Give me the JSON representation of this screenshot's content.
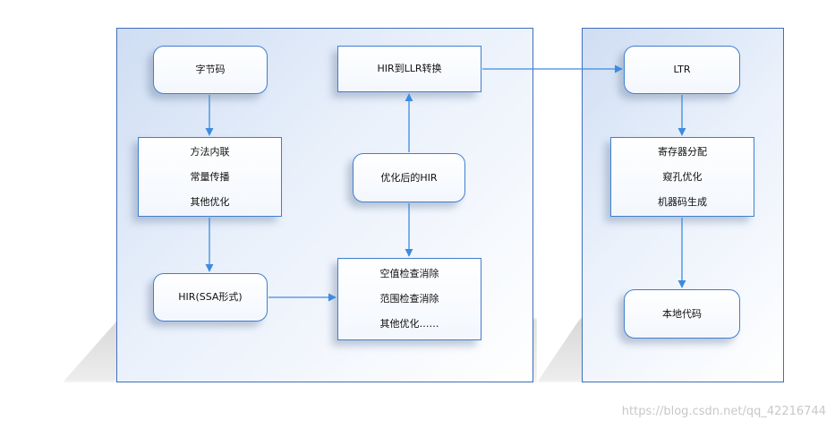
{
  "nodes": {
    "bytecode": "字节码",
    "opt1": [
      "方法内联",
      "常量传播",
      "其他优化"
    ],
    "hir_ssa": "HIR(SSA形式)",
    "hir_to_llr": "HIR到LLR转换",
    "optimized_hir": "优化后的HIR",
    "opt2": [
      "空值检查消除",
      "范围检查消除",
      "其他优化……"
    ],
    "ltr": "LTR",
    "opt3": [
      "寄存器分配",
      "窥孔优化",
      "机器码生成"
    ],
    "native_code": "本地代码"
  },
  "watermark": "https://blog.csdn.net/qq_42216744",
  "colors": {
    "arrow": "#3d8be0",
    "panel_border": "#3f6fb8",
    "box_border": "#3f7fd0"
  }
}
